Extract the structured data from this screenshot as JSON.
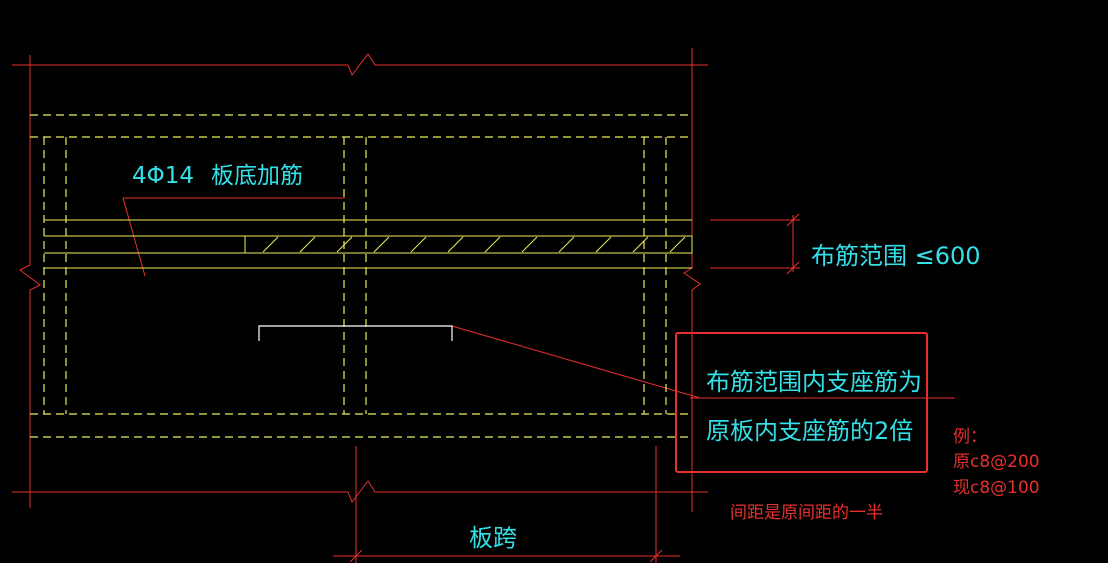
{
  "colors": {
    "background": "#000000",
    "dimension_red": "#e8302c",
    "rebar_yellow": "#ecec5a",
    "text_cyan": "#34e0e8",
    "support_white": "#ffffff"
  },
  "labels": {
    "rebar_spec": "4Φ14",
    "rebar_desc": "板底加筋",
    "range_label": "布筋范围 ≤600",
    "note_line1": "布筋范围内支座筋为",
    "note_line2": "原板内支座筋的2倍",
    "span_label": "板跨"
  },
  "example": {
    "title": "例：",
    "original": "原c8@200",
    "current": "现c8@100"
  },
  "spacing_note": "间距是原间距的一半"
}
